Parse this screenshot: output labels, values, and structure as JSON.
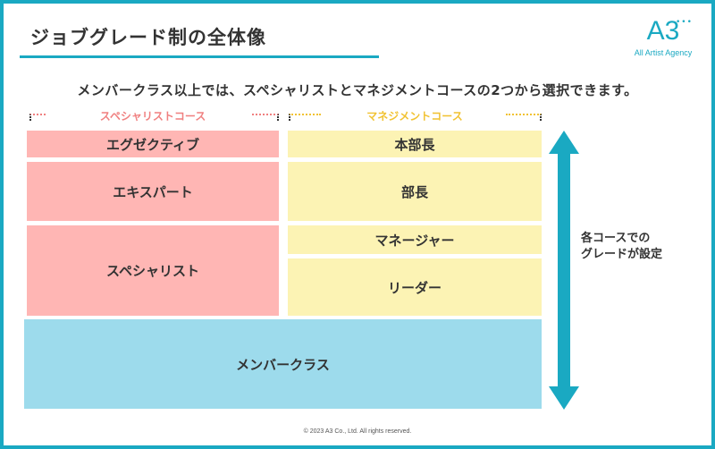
{
  "title": "ジョブグレード制の全体像",
  "logo": {
    "mark": "A3",
    "dots": "•••",
    "name": "All Artist Agency"
  },
  "lead": "メンバークラス以上では、スペシャリストとマネジメントコースの2つから選択できます。",
  "courses": {
    "specialist": "スペシャリストコース",
    "management": "マネジメントコース"
  },
  "specialist_grades": [
    "エグゼクティブ",
    "エキスパート",
    "スペシャリスト"
  ],
  "management_grades": [
    "本部長",
    "部長",
    "マネージャー",
    "リーダー"
  ],
  "member_class": "メンバークラス",
  "arrow_label": [
    "各コースでの",
    "グレードが設定"
  ],
  "footer": "© 2023 A3 Co., Ltd. All rights reserved.",
  "colors": {
    "accent": "#1aa9c2",
    "specialist": "#ffb6b4",
    "management": "#fcf3b4",
    "member": "#9ddbec",
    "specialist_label": "#f08080",
    "management_label": "#f1c232"
  }
}
